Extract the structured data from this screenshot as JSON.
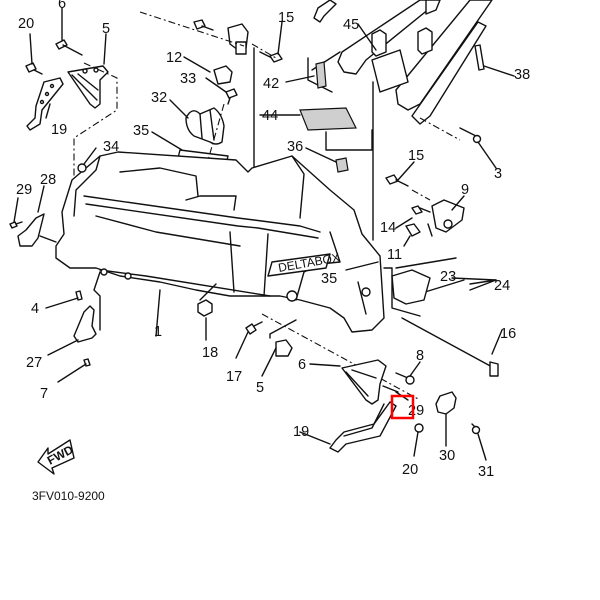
{
  "diagram": {
    "title": "Frame parts exploded view",
    "part_code": "3FV010-9200",
    "fwd_label": "FWD",
    "frame_brand_text": "DELTABOX",
    "highlight_color": "#ff0000",
    "callouts": [
      {
        "id": "c20a",
        "label": "20"
      },
      {
        "id": "c6a",
        "label": "6"
      },
      {
        "id": "c5a",
        "label": "5"
      },
      {
        "id": "c19a",
        "label": "19"
      },
      {
        "id": "c15a",
        "label": "15"
      },
      {
        "id": "c12",
        "label": "12"
      },
      {
        "id": "c33",
        "label": "33"
      },
      {
        "id": "c42",
        "label": "42"
      },
      {
        "id": "c45",
        "label": "45"
      },
      {
        "id": "c32",
        "label": "32"
      },
      {
        "id": "c44",
        "label": "44"
      },
      {
        "id": "c35a",
        "label": "35"
      },
      {
        "id": "c34",
        "label": "34"
      },
      {
        "id": "c36",
        "label": "36"
      },
      {
        "id": "c38",
        "label": "38"
      },
      {
        "id": "c3",
        "label": "3"
      },
      {
        "id": "c15b",
        "label": "15"
      },
      {
        "id": "c9",
        "label": "9"
      },
      {
        "id": "c29a",
        "label": "29"
      },
      {
        "id": "c28",
        "label": "28"
      },
      {
        "id": "c14",
        "label": "14"
      },
      {
        "id": "c11",
        "label": "11"
      },
      {
        "id": "c23",
        "label": "23"
      },
      {
        "id": "c24",
        "label": "24"
      },
      {
        "id": "c35b",
        "label": "35"
      },
      {
        "id": "c4",
        "label": "4"
      },
      {
        "id": "c1",
        "label": "1"
      },
      {
        "id": "c16",
        "label": "16"
      },
      {
        "id": "c27",
        "label": "27"
      },
      {
        "id": "c7",
        "label": "7"
      },
      {
        "id": "c18",
        "label": "18"
      },
      {
        "id": "c17",
        "label": "17"
      },
      {
        "id": "c5b",
        "label": "5"
      },
      {
        "id": "c6b",
        "label": "6"
      },
      {
        "id": "c8",
        "label": "8"
      },
      {
        "id": "c29b",
        "label": "29"
      },
      {
        "id": "c19b",
        "label": "19"
      },
      {
        "id": "c30",
        "label": "30"
      },
      {
        "id": "c20b",
        "label": "20"
      },
      {
        "id": "c31",
        "label": "31"
      }
    ]
  }
}
